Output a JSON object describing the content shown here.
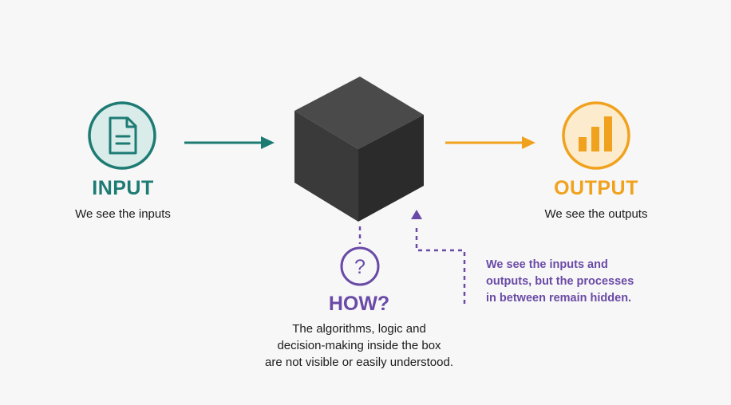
{
  "colors": {
    "background": "#f7f7f7",
    "input_accent": "#1d7b74",
    "input_fill": "#d9ece9",
    "output_accent": "#f0a21e",
    "output_fill": "#fcebcc",
    "how_accent": "#6a4aa7",
    "cube_front": "#3a3a3a",
    "cube_top": "#4a4a4a",
    "cube_side": "#2b2b2b",
    "text": "#1b1b1b"
  },
  "icons": {
    "input": "document-icon",
    "output": "bar-chart-icon",
    "how": "question-mark-icon"
  },
  "input": {
    "title": "INPUT",
    "subtitle": "We see the inputs"
  },
  "output": {
    "title": "OUTPUT",
    "subtitle": "We see the outputs"
  },
  "how": {
    "title": "HOW?",
    "icon_glyph": "?",
    "description_lines": [
      "The algorithms, logic and",
      "decision-making inside the box",
      "are not visible or easily understood."
    ]
  },
  "note": {
    "lines": [
      "We see the inputs and",
      "outputs, but the processes",
      "in between remain hidden."
    ]
  }
}
